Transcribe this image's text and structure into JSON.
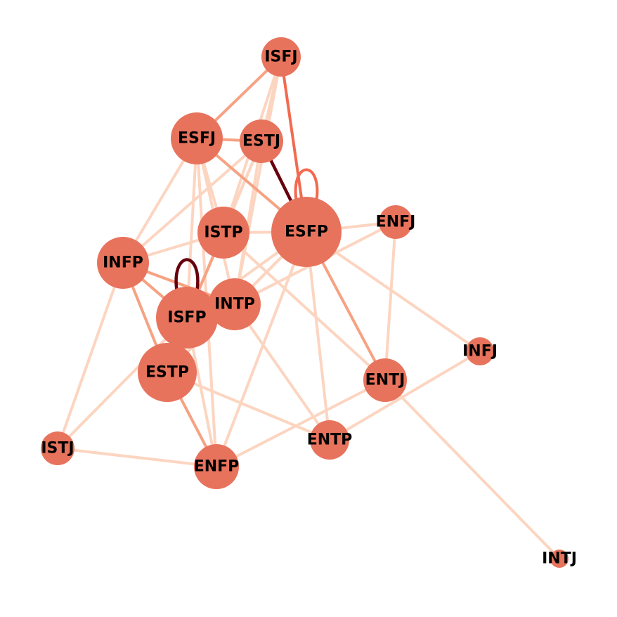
{
  "graph": {
    "nodes": [
      {
        "id": "ISFJ",
        "label": "ISFJ"
      },
      {
        "id": "ESFJ",
        "label": "ESFJ"
      },
      {
        "id": "ESTJ",
        "label": "ESTJ"
      },
      {
        "id": "ESFP",
        "label": "ESFP"
      },
      {
        "id": "ENFJ",
        "label": "ENFJ"
      },
      {
        "id": "ISTP",
        "label": "ISTP"
      },
      {
        "id": "INFP",
        "label": "INFP"
      },
      {
        "id": "INTP",
        "label": "INTP"
      },
      {
        "id": "ISFP",
        "label": "ISFP"
      },
      {
        "id": "INFJ",
        "label": "INFJ"
      },
      {
        "id": "ESTP",
        "label": "ESTP"
      },
      {
        "id": "ENTJ",
        "label": "ENTJ"
      },
      {
        "id": "ENTP",
        "label": "ENTP"
      },
      {
        "id": "ISTJ",
        "label": "ISTJ"
      },
      {
        "id": "ENFP",
        "label": "ENFP"
      },
      {
        "id": "INTJ",
        "label": "INTJ"
      }
    ],
    "edges": [
      {
        "source": "ESTJ",
        "target": "ESFP",
        "weight": "strongest"
      },
      {
        "source": "ISFP",
        "target": "ISFP",
        "weight": "strongest",
        "self_loop": true
      },
      {
        "source": "ESFP",
        "target": "ESFP",
        "weight": "strong",
        "self_loop": true
      },
      {
        "source": "ISFJ",
        "target": "ESFP",
        "weight": "strong"
      },
      {
        "source": "ISFJ",
        "target": "ESFJ",
        "weight": "medium"
      },
      {
        "source": "ESFJ",
        "target": "ESTJ",
        "weight": "medium"
      },
      {
        "source": "ESFJ",
        "target": "ESFP",
        "weight": "medium"
      },
      {
        "source": "ESFP",
        "target": "ENTJ",
        "weight": "medium"
      },
      {
        "source": "INFP",
        "target": "ISFP",
        "weight": "medium"
      },
      {
        "source": "INFP",
        "target": "ESTP",
        "weight": "medium"
      },
      {
        "source": "INFP",
        "target": "INTP",
        "weight": "medium"
      },
      {
        "source": "ISTP",
        "target": "ISFP",
        "weight": "medium"
      },
      {
        "source": "ESTP",
        "target": "ENFP",
        "weight": "medium"
      },
      {
        "source": "ISFJ",
        "target": "ESTJ",
        "weight": "light"
      },
      {
        "source": "ISFJ",
        "target": "ISTP",
        "weight": "light"
      },
      {
        "source": "ISFJ",
        "target": "INTP",
        "weight": "light"
      },
      {
        "source": "ESFJ",
        "target": "INFP",
        "weight": "light"
      },
      {
        "source": "ESFJ",
        "target": "ISTP",
        "weight": "light"
      },
      {
        "source": "ESFJ",
        "target": "ISFP",
        "weight": "light"
      },
      {
        "source": "ESFJ",
        "target": "INTP",
        "weight": "light"
      },
      {
        "source": "ESFJ",
        "target": "ENFP",
        "weight": "light"
      },
      {
        "source": "ESTJ",
        "target": "INFP",
        "weight": "light"
      },
      {
        "source": "ESTJ",
        "target": "ISTP",
        "weight": "light"
      },
      {
        "source": "ESTJ",
        "target": "INTP",
        "weight": "light"
      },
      {
        "source": "ESTJ",
        "target": "ISFP",
        "weight": "light"
      },
      {
        "source": "ESFP",
        "target": "ENFJ",
        "weight": "light"
      },
      {
        "source": "ESFP",
        "target": "ISTP",
        "weight": "light"
      },
      {
        "source": "ESFP",
        "target": "INTP",
        "weight": "light"
      },
      {
        "source": "ESFP",
        "target": "ISFP",
        "weight": "light"
      },
      {
        "source": "ESFP",
        "target": "ENTP",
        "weight": "light"
      },
      {
        "source": "ESFP",
        "target": "INFJ",
        "weight": "light"
      },
      {
        "source": "ESFP",
        "target": "ENFP",
        "weight": "light"
      },
      {
        "source": "ESFP",
        "target": "ESTP",
        "weight": "light"
      },
      {
        "source": "ENFJ",
        "target": "INTP",
        "weight": "light"
      },
      {
        "source": "ENFJ",
        "target": "ENTJ",
        "weight": "light"
      },
      {
        "source": "ISTP",
        "target": "INFP",
        "weight": "light"
      },
      {
        "source": "ISTP",
        "target": "ENTJ",
        "weight": "light"
      },
      {
        "source": "INFP",
        "target": "ISTJ",
        "weight": "light"
      },
      {
        "source": "INTP",
        "target": "ENTP",
        "weight": "light"
      },
      {
        "source": "ISFP",
        "target": "ENFP",
        "weight": "light"
      },
      {
        "source": "ISFP",
        "target": "ISTJ",
        "weight": "light"
      },
      {
        "source": "ESTP",
        "target": "ENTP",
        "weight": "light"
      },
      {
        "source": "INFJ",
        "target": "ENTP",
        "weight": "light"
      },
      {
        "source": "ENTJ",
        "target": "ENFP",
        "weight": "light"
      },
      {
        "source": "ENTJ",
        "target": "INTJ",
        "weight": "light"
      },
      {
        "source": "ISTJ",
        "target": "ENFP",
        "weight": "light"
      }
    ]
  },
  "colors": {
    "node_fill": "#e8735c",
    "edge_strongest": "#67000d",
    "edge_strong": "#f26a4f",
    "edge_medium": "#f6a283",
    "edge_light": "#fcd5c1",
    "label": "#000000",
    "background": "#ffffff"
  }
}
